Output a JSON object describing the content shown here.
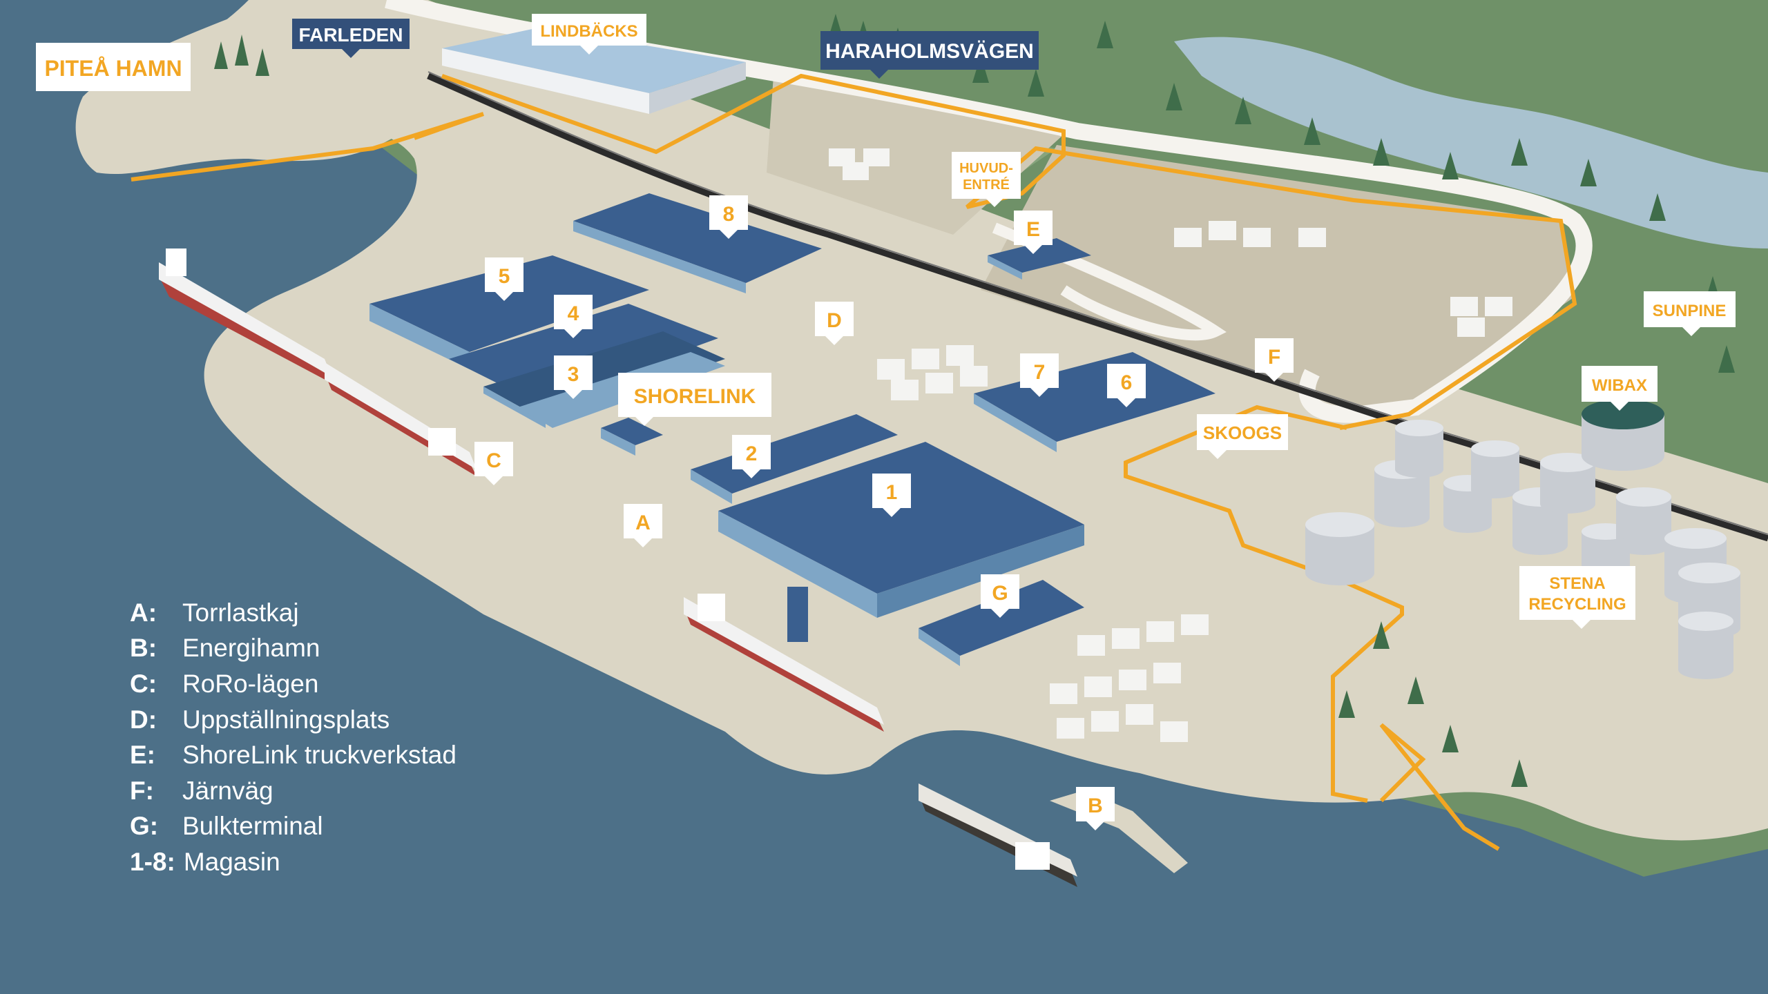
{
  "colors": {
    "water": "#4d7088",
    "land": "#dbd6c5",
    "yard": "#cfc9b6",
    "forest": "#6f9168",
    "lake": "#a9c2cf",
    "boundary": "#f2a623",
    "warehouse_roof": "#3a5f8f",
    "warehouse_side": "#7fa6c6",
    "navy_label": "#33507a",
    "orange_text": "#f2a623"
  },
  "title_label": "PITEÅ HAMN",
  "road_labels": {
    "farleden": "FARLEDEN",
    "haraholmsvagen": "HARAHOLMSVÄGEN"
  },
  "place_labels": {
    "lindbacks": "LINDBÄCKS",
    "huvudentre_line1": "HUVUD-",
    "huvudentre_line2": "ENTRÉ",
    "shorelink": "SHORELINK",
    "skoogs": "SKOOGS",
    "sunpine": "SUNPINE",
    "wibax": "WIBAX",
    "stena_line1": "STENA",
    "stena_line2": "RECYCLING"
  },
  "markers": {
    "m1": "1",
    "m2": "2",
    "m3": "3",
    "m4": "4",
    "m5": "5",
    "m6": "6",
    "m7": "7",
    "m8": "8",
    "a": "A",
    "b": "B",
    "c": "C",
    "d": "D",
    "e": "E",
    "f": "F",
    "g": "G"
  },
  "legend": [
    {
      "key": "A:",
      "label": "Torrlastkaj"
    },
    {
      "key": "B:",
      "label": "Energihamn"
    },
    {
      "key": "C:",
      "label": "RoRo-lägen"
    },
    {
      "key": "D:",
      "label": "Uppställningsplats"
    },
    {
      "key": "E:",
      "label": "ShoreLink truckverkstad"
    },
    {
      "key": "F:",
      "label": "Järnväg"
    },
    {
      "key": "G:",
      "label": "Bulkterminal"
    },
    {
      "key": "1-8:",
      "label": "Magasin"
    }
  ]
}
